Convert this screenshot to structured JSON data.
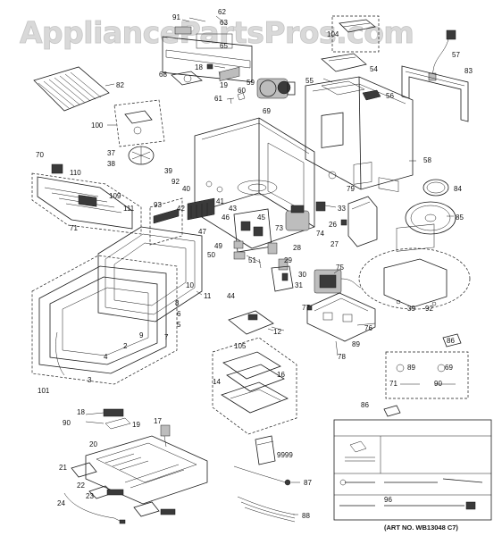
{
  "watermark": "AppliancePartsPros.com",
  "art_number": "(ART NO. WB13048 C7)",
  "callouts": {
    "c91": "91",
    "c62": "62",
    "c63": "63",
    "c65": "65",
    "c104": "104",
    "c68": "68",
    "c18a": "18",
    "c19a": "19",
    "c59": "59",
    "c60": "60",
    "c61": "61",
    "c57": "57",
    "c83": "83",
    "c55": "55",
    "c54": "54",
    "c56": "56",
    "c82": "82",
    "c100": "100",
    "c69a": "69",
    "c37": "37",
    "c38": "38",
    "c39a": "39",
    "c92a": "92",
    "c40": "40",
    "c41": "41",
    "c43": "43",
    "c58": "58",
    "c79": "79",
    "c84": "84",
    "c70": "70",
    "c110": "110",
    "c109": "109",
    "c111": "111",
    "c71": "71",
    "c93": "93",
    "c42": "42",
    "c46": "46",
    "c45": "45",
    "c47": "47",
    "c73": "73",
    "c74": "74",
    "c33": "33",
    "c26": "26",
    "c85": "85",
    "c27": "27",
    "c28": "28",
    "c49": "49",
    "c50": "50",
    "c51": "51",
    "c29": "29",
    "c75": "75",
    "c30": "30",
    "c31": "31",
    "c10": "10",
    "c11": "11",
    "c44": "44",
    "c8": "8",
    "c6": "6",
    "c5": "5",
    "c9": "9",
    "c7": "7",
    "c77": "77",
    "c39b": "39",
    "c92b": "92",
    "c76": "76",
    "c12": "12",
    "c2": "2",
    "c4": "4",
    "c89a": "89",
    "c78": "78",
    "c86a": "86",
    "c105": "105",
    "c3": "3",
    "c101": "101",
    "c89b": "89",
    "c69b": "69",
    "c14": "14",
    "c16": "16",
    "c71b": "71",
    "c90a": "90",
    "c18b": "18",
    "c90b": "90",
    "c19b": "19",
    "c17": "17",
    "c86b": "86",
    "c20": "20",
    "c9999": "9999",
    "c21": "21",
    "c22": "22",
    "c87": "87",
    "c23": "23",
    "c96": "96",
    "c24": "24",
    "c88": "88"
  }
}
